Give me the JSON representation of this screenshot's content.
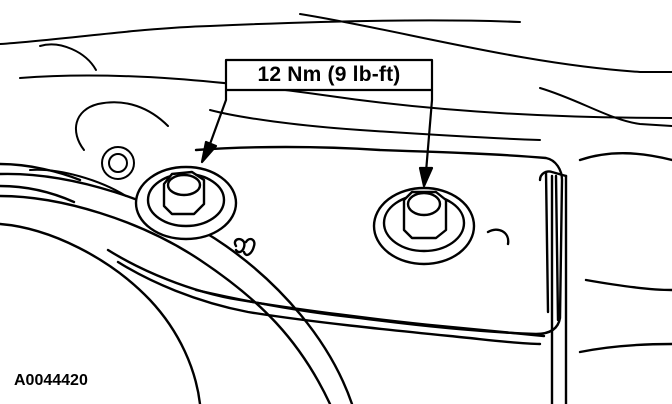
{
  "diagram": {
    "callout": {
      "label": "12 Nm (9 lb-ft)"
    },
    "figure_id": "A0044420",
    "colors": {
      "line": "#000000",
      "background": "#ffffff"
    },
    "icons": {
      "left_fastener": "bolt-with-washer",
      "right_fastener": "bolt-with-washer"
    }
  }
}
